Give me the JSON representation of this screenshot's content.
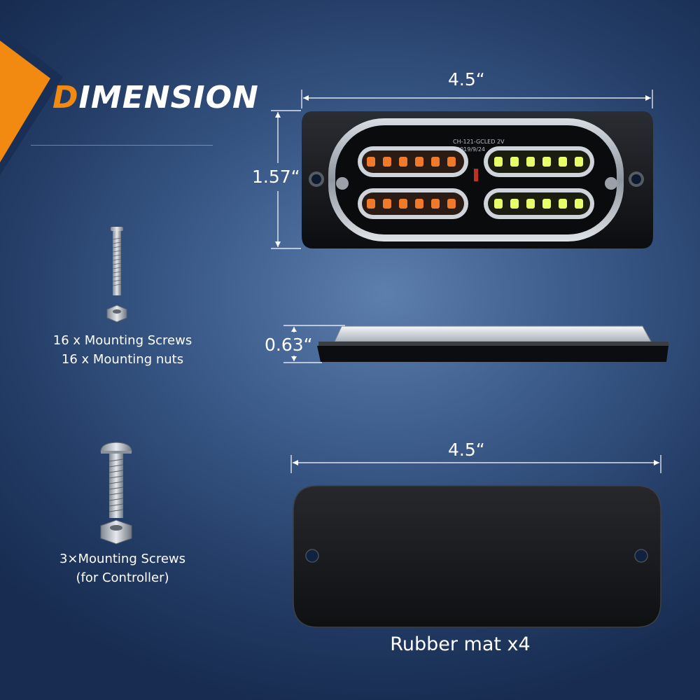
{
  "title": {
    "first_letter": "D",
    "rest": "IMENSION"
  },
  "colors": {
    "accent": "#f28a12",
    "background": "#3d5d8c",
    "amber_led": "#f07a2a",
    "green_led": "#e9ff6a"
  },
  "dimensions": {
    "top_width": "4.5“",
    "top_height": "1.57“",
    "side_depth": "0.63“",
    "mat_width": "4.5“"
  },
  "accessories": [
    {
      "line1": "16 x Mounting Screws",
      "line2": "16 x Mounting nuts"
    },
    {
      "line1": "3×Mounting Screws",
      "line2": "(for Controller)"
    }
  ],
  "mat": {
    "caption": "Rubber mat x4"
  },
  "light_label": {
    "line1": "CH-121-GCLED 2V",
    "line2": "2019/9/24"
  }
}
